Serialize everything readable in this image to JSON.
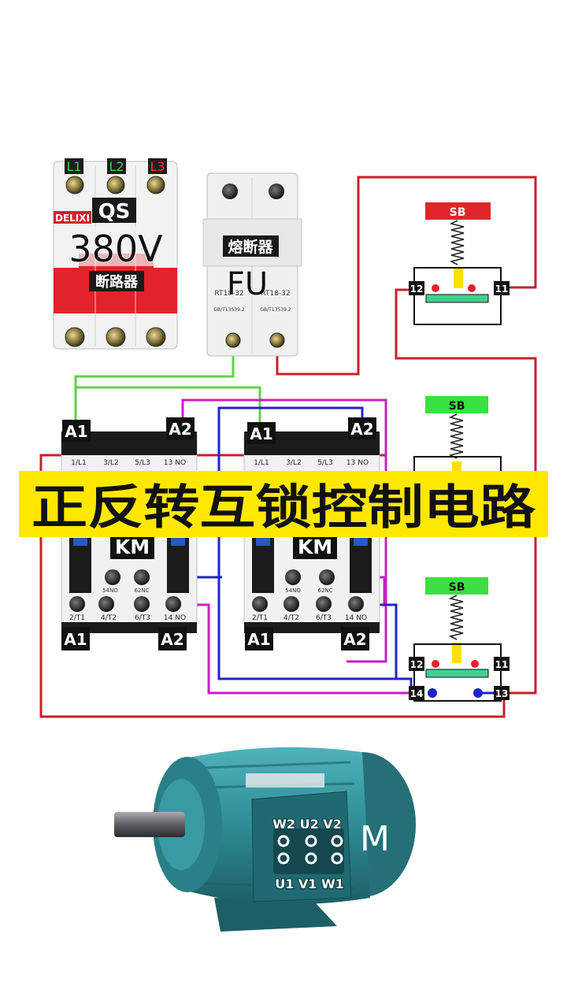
{
  "breaker": {
    "phase_labels": [
      "L1",
      "L2",
      "L3"
    ],
    "brand": "DELIXI",
    "code": "QS",
    "voltage": "380V",
    "name": "断路器"
  },
  "fuse": {
    "name": "熔断器",
    "code": "FU",
    "model_left": "RT18-32",
    "model_right": "RT18-32",
    "standard_left": "GB/T13539.2",
    "standard_right": "GB/T13539.2"
  },
  "stop_button": {
    "label": "SB",
    "left_terminal": "12",
    "right_terminal": "11"
  },
  "forward_button": {
    "label": "SB"
  },
  "reverse_button": {
    "label": "SB",
    "nc_left": "12",
    "nc_right": "11",
    "no_left": "14",
    "no_right": "13"
  },
  "contactor_left": {
    "coil_top_left": "A1",
    "coil_top_right": "A2",
    "top_terminals": [
      "1/L1",
      "3/L2",
      "5/L3",
      "13 NO"
    ],
    "code": "KM",
    "aux_labels": [
      "54NO",
      "62NC"
    ],
    "bottom_terminals": [
      "2/T1",
      "4/T2",
      "6/T3",
      "14 NO"
    ],
    "coil_bottom_left": "A1",
    "coil_bottom_right": "A2"
  },
  "contactor_right": {
    "coil_top_left": "A1",
    "coil_top_right": "A2",
    "top_terminals": [
      "1/L1",
      "3/L2",
      "5/L3",
      "13 NO"
    ],
    "code": "KM",
    "aux_labels": [
      "54NO",
      "62NC"
    ],
    "bottom_terminals": [
      "2/T1",
      "4/T2",
      "6/T3",
      "14 NO"
    ],
    "coil_bottom_left": "A1",
    "coil_bottom_right": "A2"
  },
  "banner": {
    "title": "正反转互锁控制电路"
  },
  "motor": {
    "top_terminals": "W2 U2 V2",
    "bottom_terminals": "U1 V1 W1",
    "code": "M"
  },
  "colors": {
    "phase_red": "#d2232a",
    "phase_green": "#2faa3a",
    "wire_green": "#5fd24a",
    "wire_blue": "#1f24c8",
    "wire_magenta": "#c81fc8",
    "wire_red": "#c8202a",
    "banner_yellow": "#ffe800",
    "motor_teal": "#2e8c94"
  }
}
